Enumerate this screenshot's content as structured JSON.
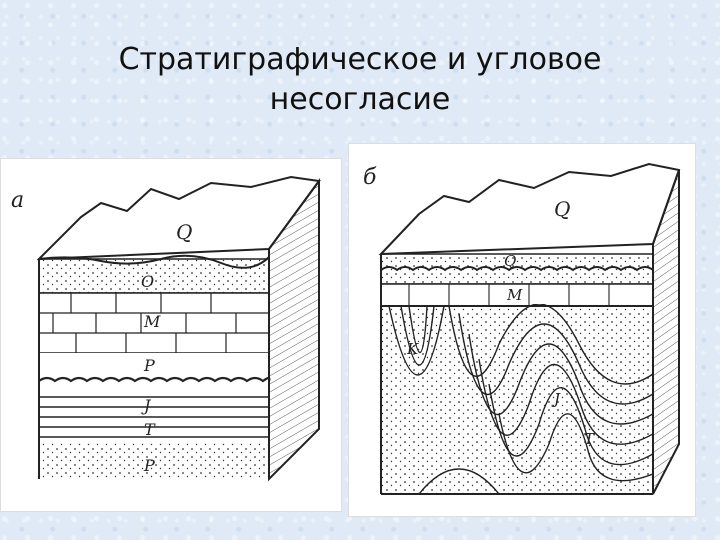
{
  "title": {
    "line1": "Стратиграфическое и угловое",
    "line2": "несогласие"
  },
  "panel_a": {
    "letter": "а",
    "labels": {
      "q": "Q",
      "o": "O",
      "m": "M",
      "p": "P",
      "j": "J",
      "t": "T",
      "r": "P"
    }
  },
  "panel_b": {
    "letter": "б",
    "labels": {
      "q": "Q",
      "o": "Q",
      "m": "M",
      "k": "K",
      "j": "J",
      "t": "T"
    }
  }
}
